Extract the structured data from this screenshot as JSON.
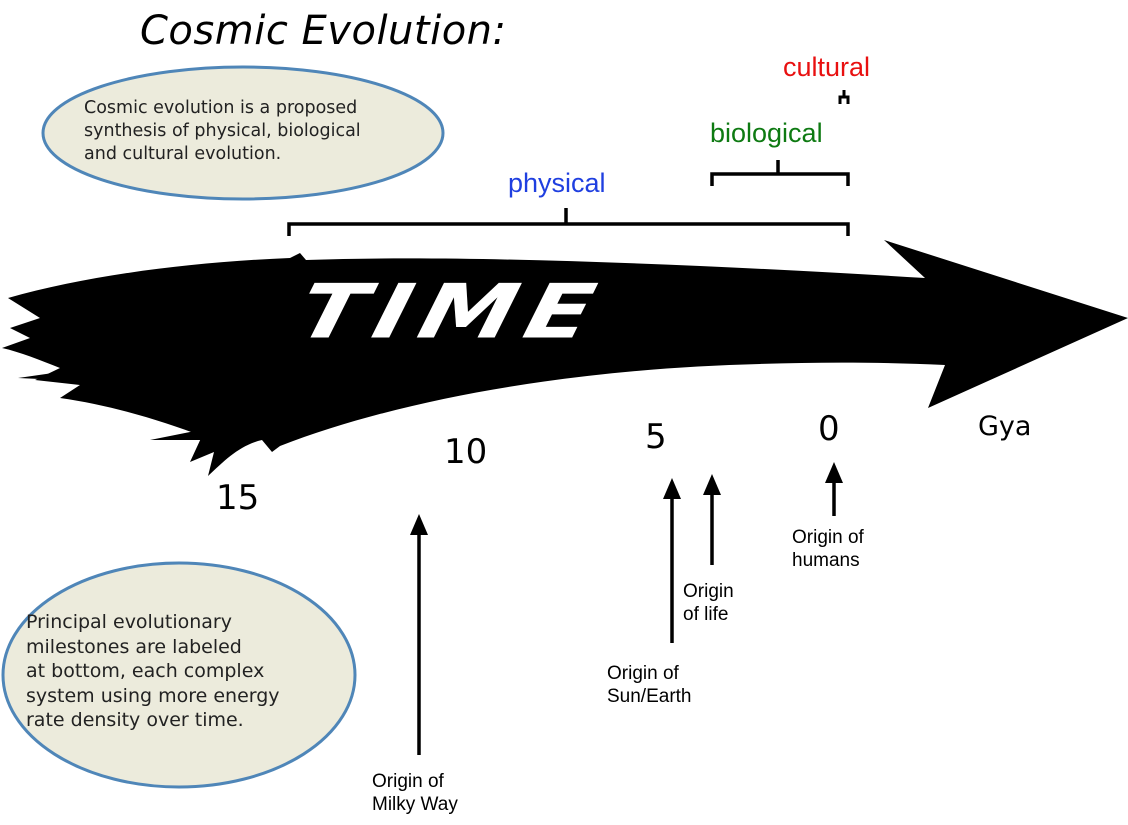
{
  "title": "Cosmic Evolution:",
  "callouts": {
    "top": "Cosmic evolution is a proposed\nsynthesis of physical, biological\nand cultural evolution.",
    "bottom": "Principal evolutionary\nmilestones are labeled\nat bottom, each complex\nsystem using more energy\nrate density over time."
  },
  "arrow_text": "TIME",
  "bands": {
    "physical": {
      "label": "physical",
      "color": "#1f3fe0"
    },
    "biological": {
      "label": "biological",
      "color": "#0e7a12"
    },
    "cultural": {
      "label": "cultural",
      "color": "#e81010"
    }
  },
  "ticks": {
    "t15": "15",
    "t10": "10",
    "t5": "5",
    "t0": "0"
  },
  "unit": "Gya",
  "milestones": {
    "milky_way": "Origin of\nMilky Way",
    "sun_earth": "Origin of\nSun/Earth",
    "life": "Origin\nof life",
    "humans": "Origin of\nhumans"
  },
  "colors": {
    "oval_fill": "#ecebdc",
    "oval_stroke": "#4f86b8",
    "arrow": "#000000"
  }
}
